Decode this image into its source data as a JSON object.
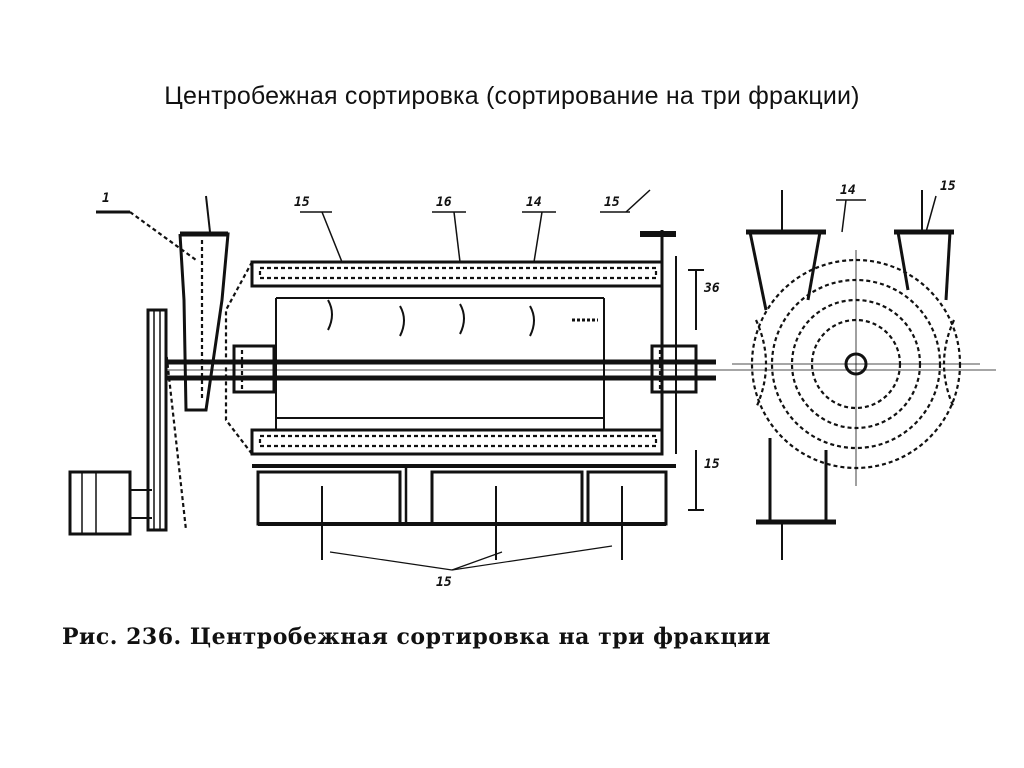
{
  "title": "Центробежная сортировка (сортирование на три фракции)",
  "drawing": {
    "view_label": "1",
    "callouts": [
      "15",
      "16",
      "14",
      "15",
      "36",
      "15",
      "15",
      "14",
      "15"
    ],
    "caption": "Рис. 236. Центробежная сортировка на три фракции"
  }
}
